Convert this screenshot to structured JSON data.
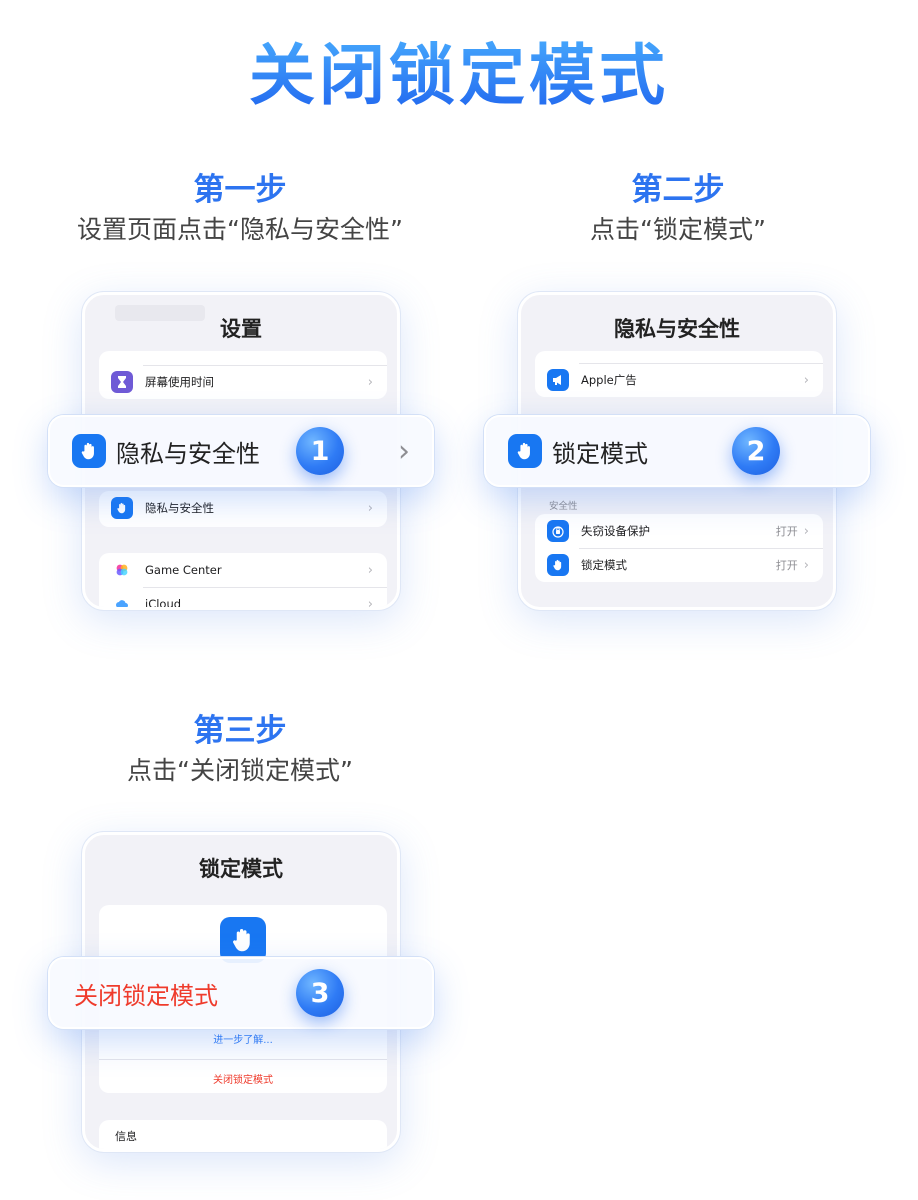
{
  "page": {
    "title": "关闭锁定模式"
  },
  "colors": {
    "accent": "#2f7bf5",
    "danger": "#ef3b2c",
    "icon_blue": "#1877f2",
    "icon_purple": "#6f5ad6"
  },
  "steps": [
    {
      "heading": "第一步",
      "description": "设置页面点击“隐私与安全性”",
      "phone": {
        "title": "设置",
        "rows": [
          {
            "icon": "hourglass-icon",
            "label": "屏幕使用时间"
          },
          {
            "icon": "hand-icon",
            "label": "隐私与安全性"
          },
          {
            "icon": "game-center-icon",
            "label": "Game Center"
          },
          {
            "icon": "icloud-icon",
            "label": "iCloud"
          }
        ]
      },
      "callout": {
        "icon": "hand-icon",
        "label": "隐私与安全性",
        "badge": "1"
      }
    },
    {
      "heading": "第二步",
      "description": "点击“锁定模式”",
      "phone": {
        "title": "隐私与安全性",
        "rows": [
          {
            "icon": "megaphone-icon",
            "label": "Apple广告"
          }
        ],
        "section_label": "安全性",
        "security_rows": [
          {
            "icon": "lock-shield-icon",
            "label": "失窃设备保护",
            "value": "打开"
          },
          {
            "icon": "hand-icon",
            "label": "锁定模式",
            "value": "打开"
          }
        ]
      },
      "callout": {
        "icon": "hand-icon",
        "label": "锁定模式",
        "badge": "2"
      }
    },
    {
      "heading": "第三步",
      "description": "点击“关闭锁定模式”",
      "phone": {
        "title": "锁定模式",
        "learn_more": "进一步了解...",
        "turn_off": "关闭锁定模式",
        "info_title": "信息"
      },
      "callout": {
        "label": "关闭锁定模式",
        "badge": "3"
      }
    }
  ]
}
